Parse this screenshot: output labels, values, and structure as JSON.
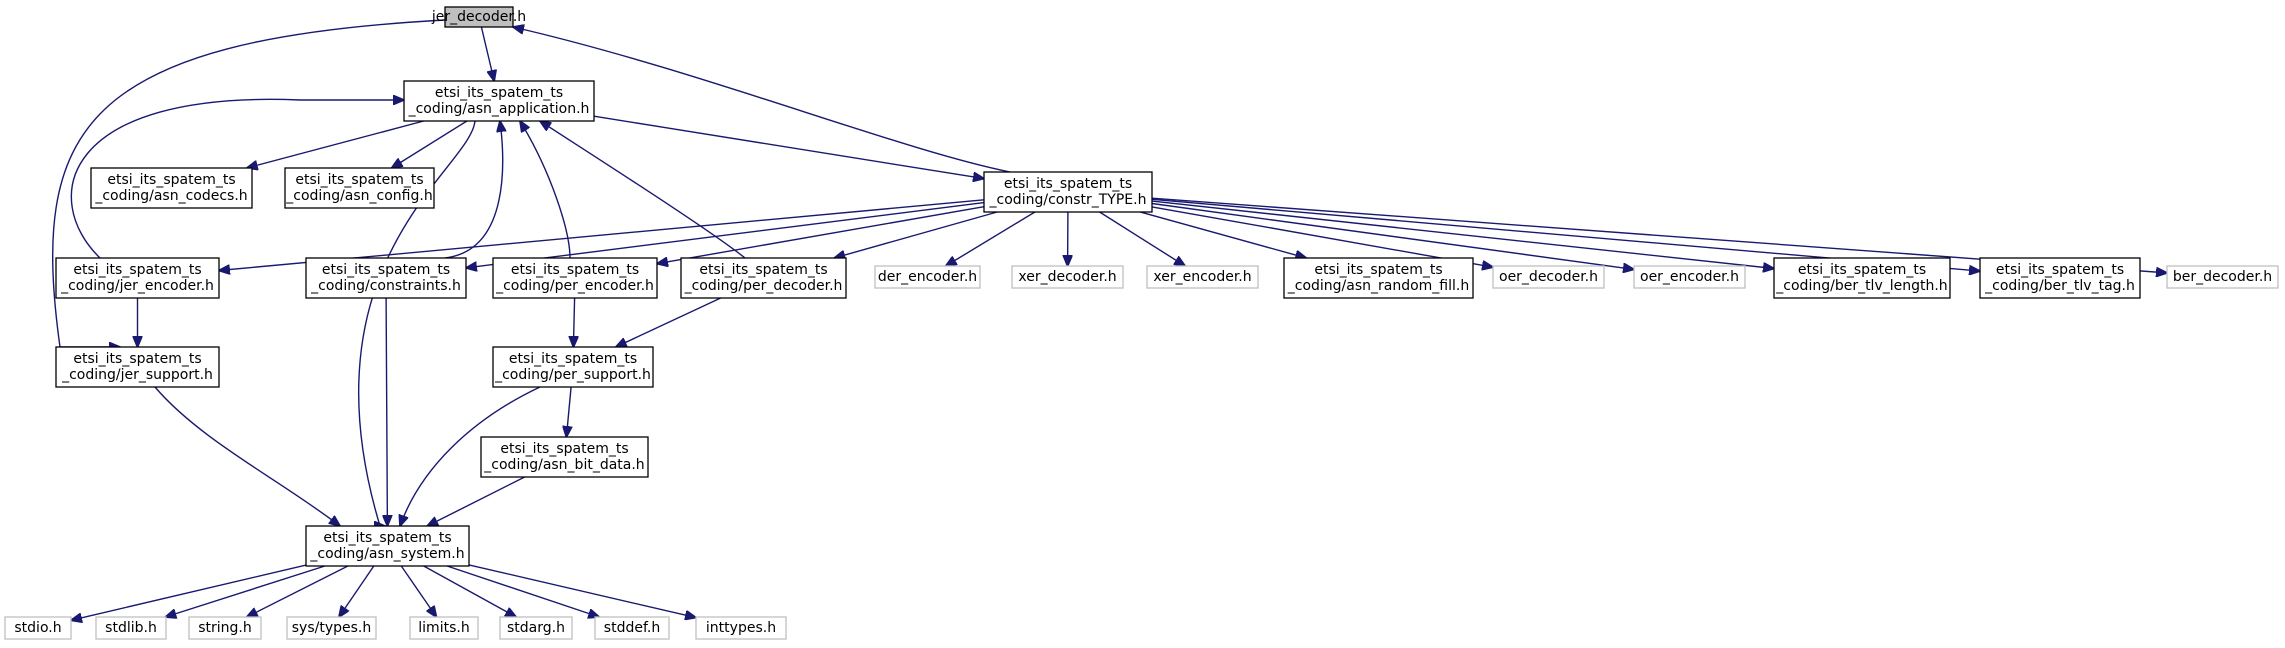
{
  "graph": {
    "edge_color": "#191970",
    "nodes": [
      {
        "id": "jer_decoder",
        "lines": [
          "jer_decoder.h"
        ],
        "style": "main"
      },
      {
        "id": "asn_application",
        "lines": [
          "etsi_its_spatem_ts",
          "_coding/asn_application.h"
        ],
        "style": "local"
      },
      {
        "id": "asn_codecs",
        "lines": [
          "etsi_its_spatem_ts",
          "_coding/asn_codecs.h"
        ],
        "style": "local"
      },
      {
        "id": "asn_config",
        "lines": [
          "etsi_its_spatem_ts",
          "_coding/asn_config.h"
        ],
        "style": "local"
      },
      {
        "id": "constr_TYPE",
        "lines": [
          "etsi_its_spatem_ts",
          "_coding/constr_TYPE.h"
        ],
        "style": "local"
      },
      {
        "id": "jer_encoder",
        "lines": [
          "etsi_its_spatem_ts",
          "_coding/jer_encoder.h"
        ],
        "style": "local"
      },
      {
        "id": "constraints",
        "lines": [
          "etsi_its_spatem_ts",
          "_coding/constraints.h"
        ],
        "style": "local"
      },
      {
        "id": "per_encoder",
        "lines": [
          "etsi_its_spatem_ts",
          "_coding/per_encoder.h"
        ],
        "style": "local"
      },
      {
        "id": "per_decoder",
        "lines": [
          "etsi_its_spatem_ts",
          "_coding/per_decoder.h"
        ],
        "style": "local"
      },
      {
        "id": "der_encoder",
        "lines": [
          "der_encoder.h"
        ],
        "style": "ext"
      },
      {
        "id": "xer_decoder",
        "lines": [
          "xer_decoder.h"
        ],
        "style": "ext"
      },
      {
        "id": "xer_encoder",
        "lines": [
          "xer_encoder.h"
        ],
        "style": "ext"
      },
      {
        "id": "asn_random_fill",
        "lines": [
          "etsi_its_spatem_ts",
          "_coding/asn_random_fill.h"
        ],
        "style": "local"
      },
      {
        "id": "oer_decoder",
        "lines": [
          "oer_decoder.h"
        ],
        "style": "ext"
      },
      {
        "id": "oer_encoder",
        "lines": [
          "oer_encoder.h"
        ],
        "style": "ext"
      },
      {
        "id": "ber_tlv_length",
        "lines": [
          "etsi_its_spatem_ts",
          "_coding/ber_tlv_length.h"
        ],
        "style": "local"
      },
      {
        "id": "ber_tlv_tag",
        "lines": [
          "etsi_its_spatem_ts",
          "_coding/ber_tlv_tag.h"
        ],
        "style": "local"
      },
      {
        "id": "ber_decoder",
        "lines": [
          "ber_decoder.h"
        ],
        "style": "ext"
      },
      {
        "id": "jer_support",
        "lines": [
          "etsi_its_spatem_ts",
          "_coding/jer_support.h"
        ],
        "style": "local"
      },
      {
        "id": "per_support",
        "lines": [
          "etsi_its_spatem_ts",
          "_coding/per_support.h"
        ],
        "style": "local"
      },
      {
        "id": "asn_bit_data",
        "lines": [
          "etsi_its_spatem_ts",
          "_coding/asn_bit_data.h"
        ],
        "style": "local"
      },
      {
        "id": "asn_system",
        "lines": [
          "etsi_its_spatem_ts",
          "_coding/asn_system.h"
        ],
        "style": "local"
      },
      {
        "id": "stdio",
        "lines": [
          "stdio.h"
        ],
        "style": "ext"
      },
      {
        "id": "stdlib",
        "lines": [
          "stdlib.h"
        ],
        "style": "ext"
      },
      {
        "id": "string",
        "lines": [
          "string.h"
        ],
        "style": "ext"
      },
      {
        "id": "sys_types",
        "lines": [
          "sys/types.h"
        ],
        "style": "ext"
      },
      {
        "id": "limits",
        "lines": [
          "limits.h"
        ],
        "style": "ext"
      },
      {
        "id": "stdarg",
        "lines": [
          "stdarg.h"
        ],
        "style": "ext"
      },
      {
        "id": "stddef",
        "lines": [
          "stddef.h"
        ],
        "style": "ext"
      },
      {
        "id": "inttypes",
        "lines": [
          "inttypes.h"
        ],
        "style": "ext"
      }
    ],
    "edges": [
      [
        "jer_decoder",
        "asn_application"
      ],
      [
        "jer_decoder",
        "jer_support"
      ],
      [
        "constr_TYPE",
        "jer_decoder"
      ],
      [
        "asn_application",
        "asn_codecs"
      ],
      [
        "asn_application",
        "asn_config"
      ],
      [
        "asn_application",
        "constr_TYPE"
      ],
      [
        "asn_application",
        "asn_system"
      ],
      [
        "jer_encoder",
        "asn_application"
      ],
      [
        "constraints",
        "asn_application"
      ],
      [
        "per_encoder",
        "asn_application"
      ],
      [
        "per_decoder",
        "asn_application"
      ],
      [
        "constr_TYPE",
        "jer_encoder"
      ],
      [
        "constr_TYPE",
        "constraints"
      ],
      [
        "constr_TYPE",
        "per_encoder"
      ],
      [
        "constr_TYPE",
        "per_decoder"
      ],
      [
        "constr_TYPE",
        "der_encoder"
      ],
      [
        "constr_TYPE",
        "xer_decoder"
      ],
      [
        "constr_TYPE",
        "xer_encoder"
      ],
      [
        "constr_TYPE",
        "asn_random_fill"
      ],
      [
        "constr_TYPE",
        "oer_decoder"
      ],
      [
        "constr_TYPE",
        "oer_encoder"
      ],
      [
        "constr_TYPE",
        "ber_tlv_length"
      ],
      [
        "constr_TYPE",
        "ber_tlv_tag"
      ],
      [
        "constr_TYPE",
        "ber_decoder"
      ],
      [
        "jer_encoder",
        "jer_support"
      ],
      [
        "jer_support",
        "asn_system"
      ],
      [
        "constraints",
        "asn_system"
      ],
      [
        "per_encoder",
        "per_support"
      ],
      [
        "per_decoder",
        "per_support"
      ],
      [
        "per_support",
        "asn_bit_data"
      ],
      [
        "per_support",
        "asn_system"
      ],
      [
        "asn_bit_data",
        "asn_system"
      ],
      [
        "asn_system",
        "stdio"
      ],
      [
        "asn_system",
        "stdlib"
      ],
      [
        "asn_system",
        "string"
      ],
      [
        "asn_system",
        "sys_types"
      ],
      [
        "asn_system",
        "limits"
      ],
      [
        "asn_system",
        "stdarg"
      ],
      [
        "asn_system",
        "stddef"
      ],
      [
        "asn_system",
        "inttypes"
      ]
    ]
  }
}
